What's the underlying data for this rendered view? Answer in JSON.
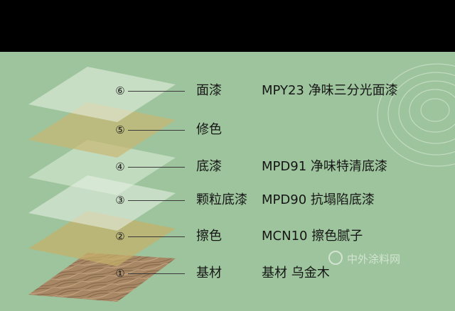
{
  "layers": [
    {
      "num": "⑥",
      "name": "面漆",
      "product": "MPY23  净味三分光面漆",
      "fill": "#e9f3e6",
      "opacity": 0.55
    },
    {
      "num": "⑤",
      "name": "修色",
      "product": "",
      "fill": "#c9b873",
      "opacity": 0.7
    },
    {
      "num": "④",
      "name": "底漆",
      "product": "MPD91 净味特清底漆",
      "fill": "#e6f1e2",
      "opacity": 0.5
    },
    {
      "num": "③",
      "name": "颗粒底漆",
      "product": "MPD90  抗塌陷底漆",
      "fill": "#eaf3e7",
      "opacity": 0.55
    },
    {
      "num": "②",
      "name": "擦色",
      "product": "MCN10 擦色腻子",
      "fill": "#c6b06a",
      "opacity": 0.7
    },
    {
      "num": "①",
      "name": "基材",
      "product": "基材   乌金木",
      "fill": "#a88867",
      "opacity": 1
    }
  ],
  "watermark": "中外涂料网",
  "colors": {
    "background": "#9dc49c",
    "top_bar": "#000000",
    "text": "#161616"
  }
}
